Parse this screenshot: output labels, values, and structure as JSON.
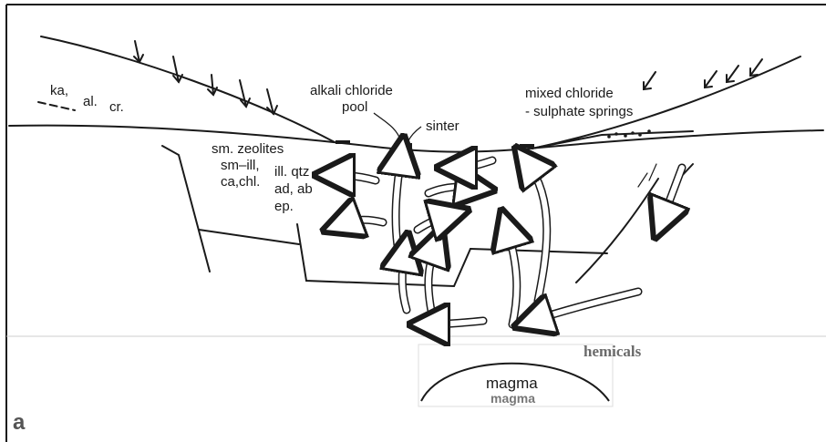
{
  "labels": {
    "ka": "ka,",
    "al": "al.",
    "cr": "cr.",
    "pool_line1": "alkali chloride",
    "pool_line2": "pool",
    "sinter": "sinter",
    "springs_line1": "mixed chloride",
    "springs_line2": "- sulphate springs",
    "zeol_line1": "sm. zeolites",
    "zeol_line2": "sm–ill,",
    "zeol_line3": "ca,chl.",
    "ill_line1": "ill. qtz",
    "ill_line2": "ad, ab",
    "ill_line3": "ep.",
    "chemicals_fragment": "hemicals",
    "magma_primary": "magma",
    "magma_secondary": "magma",
    "panel_label": "a"
  },
  "colors": {
    "ink": "#1a1a1a",
    "faded_text": "#6a6a6a",
    "panel_label": "#555555"
  }
}
